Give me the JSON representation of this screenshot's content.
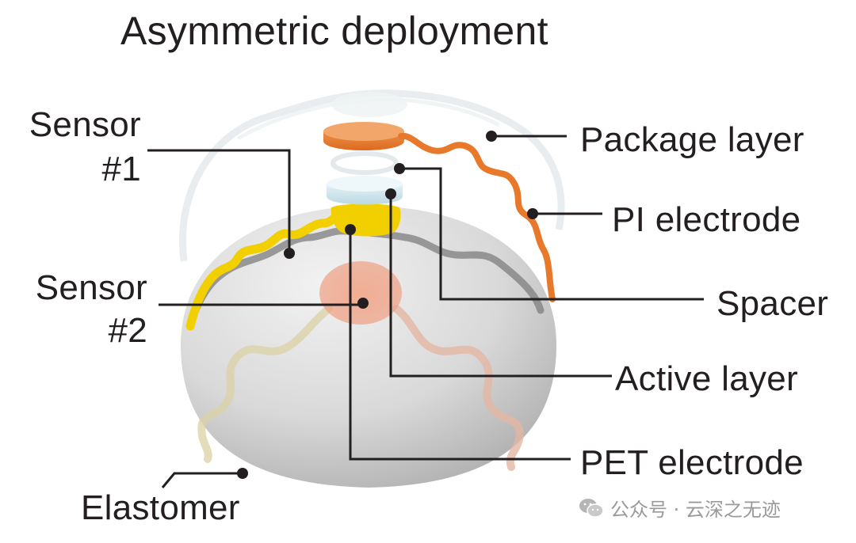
{
  "title": "Asymmetric deployment",
  "labels": {
    "sensor1_line1": "Sensor",
    "sensor1_line2": "#1",
    "sensor2_line1": "Sensor",
    "sensor2_line2": "#2",
    "elastomer": "Elastomer",
    "package_layer": "Package layer",
    "pi_electrode": "PI electrode",
    "spacer": "Spacer",
    "active_layer": "Active layer",
    "pet_electrode": "PET electrode"
  },
  "colors": {
    "package_layer": "#e8782a",
    "pi_electrode": "#e8782a",
    "pet_electrode": "#f2d000",
    "active_layer": "#d8ecf2",
    "sensor2_pad": "#f0a184",
    "elastomer": "#d6d6d6",
    "leader_line": "#231f20"
  },
  "watermark": {
    "icon": "wechat-icon",
    "text": "公众号 · 云深之无迹"
  }
}
